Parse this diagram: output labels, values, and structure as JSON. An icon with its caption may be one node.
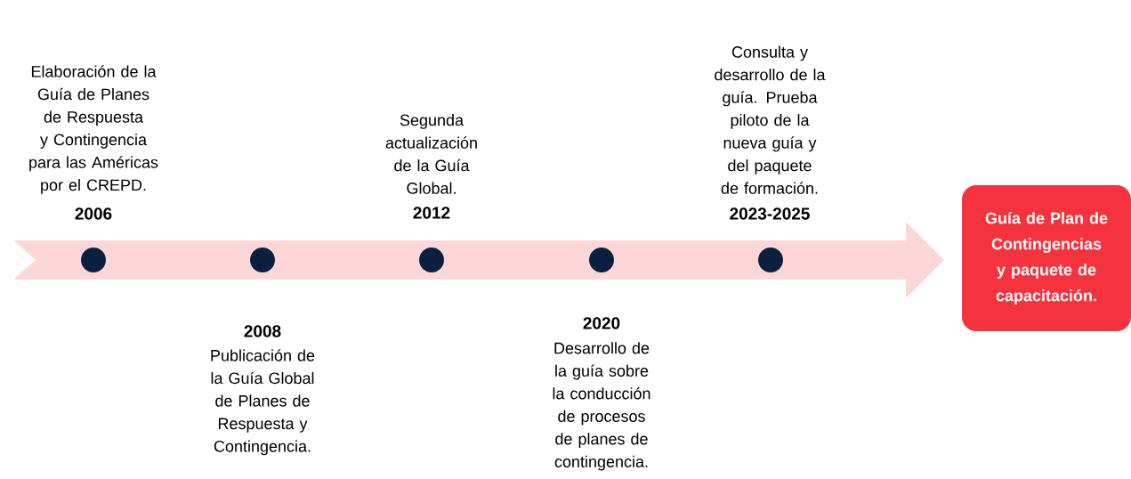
{
  "diagram": {
    "nodes": [
      {
        "text": [
          "Guía de Plan de Contingencias y paquete de capacitación."
        ]
      }
    ],
    "labels": [
      "Elaboración de la Guía de Planes de Respuesta y Contingencia para las Américas por el CREPD.",
      "2006",
      "Segunda actualización de la Guía Global.",
      "2012",
      "Consulta y desarrollo de la guía. Prueba piloto de la nueva guía y del paquete de formación.",
      "2023-2025",
      "2008",
      "Publicación de la Guía Global de Planes de Respuesta y Contingencia.",
      "2020",
      "Desarrollo de la guía sobre la conducción de procesos de planes de contingencia."
    ]
  }
}
